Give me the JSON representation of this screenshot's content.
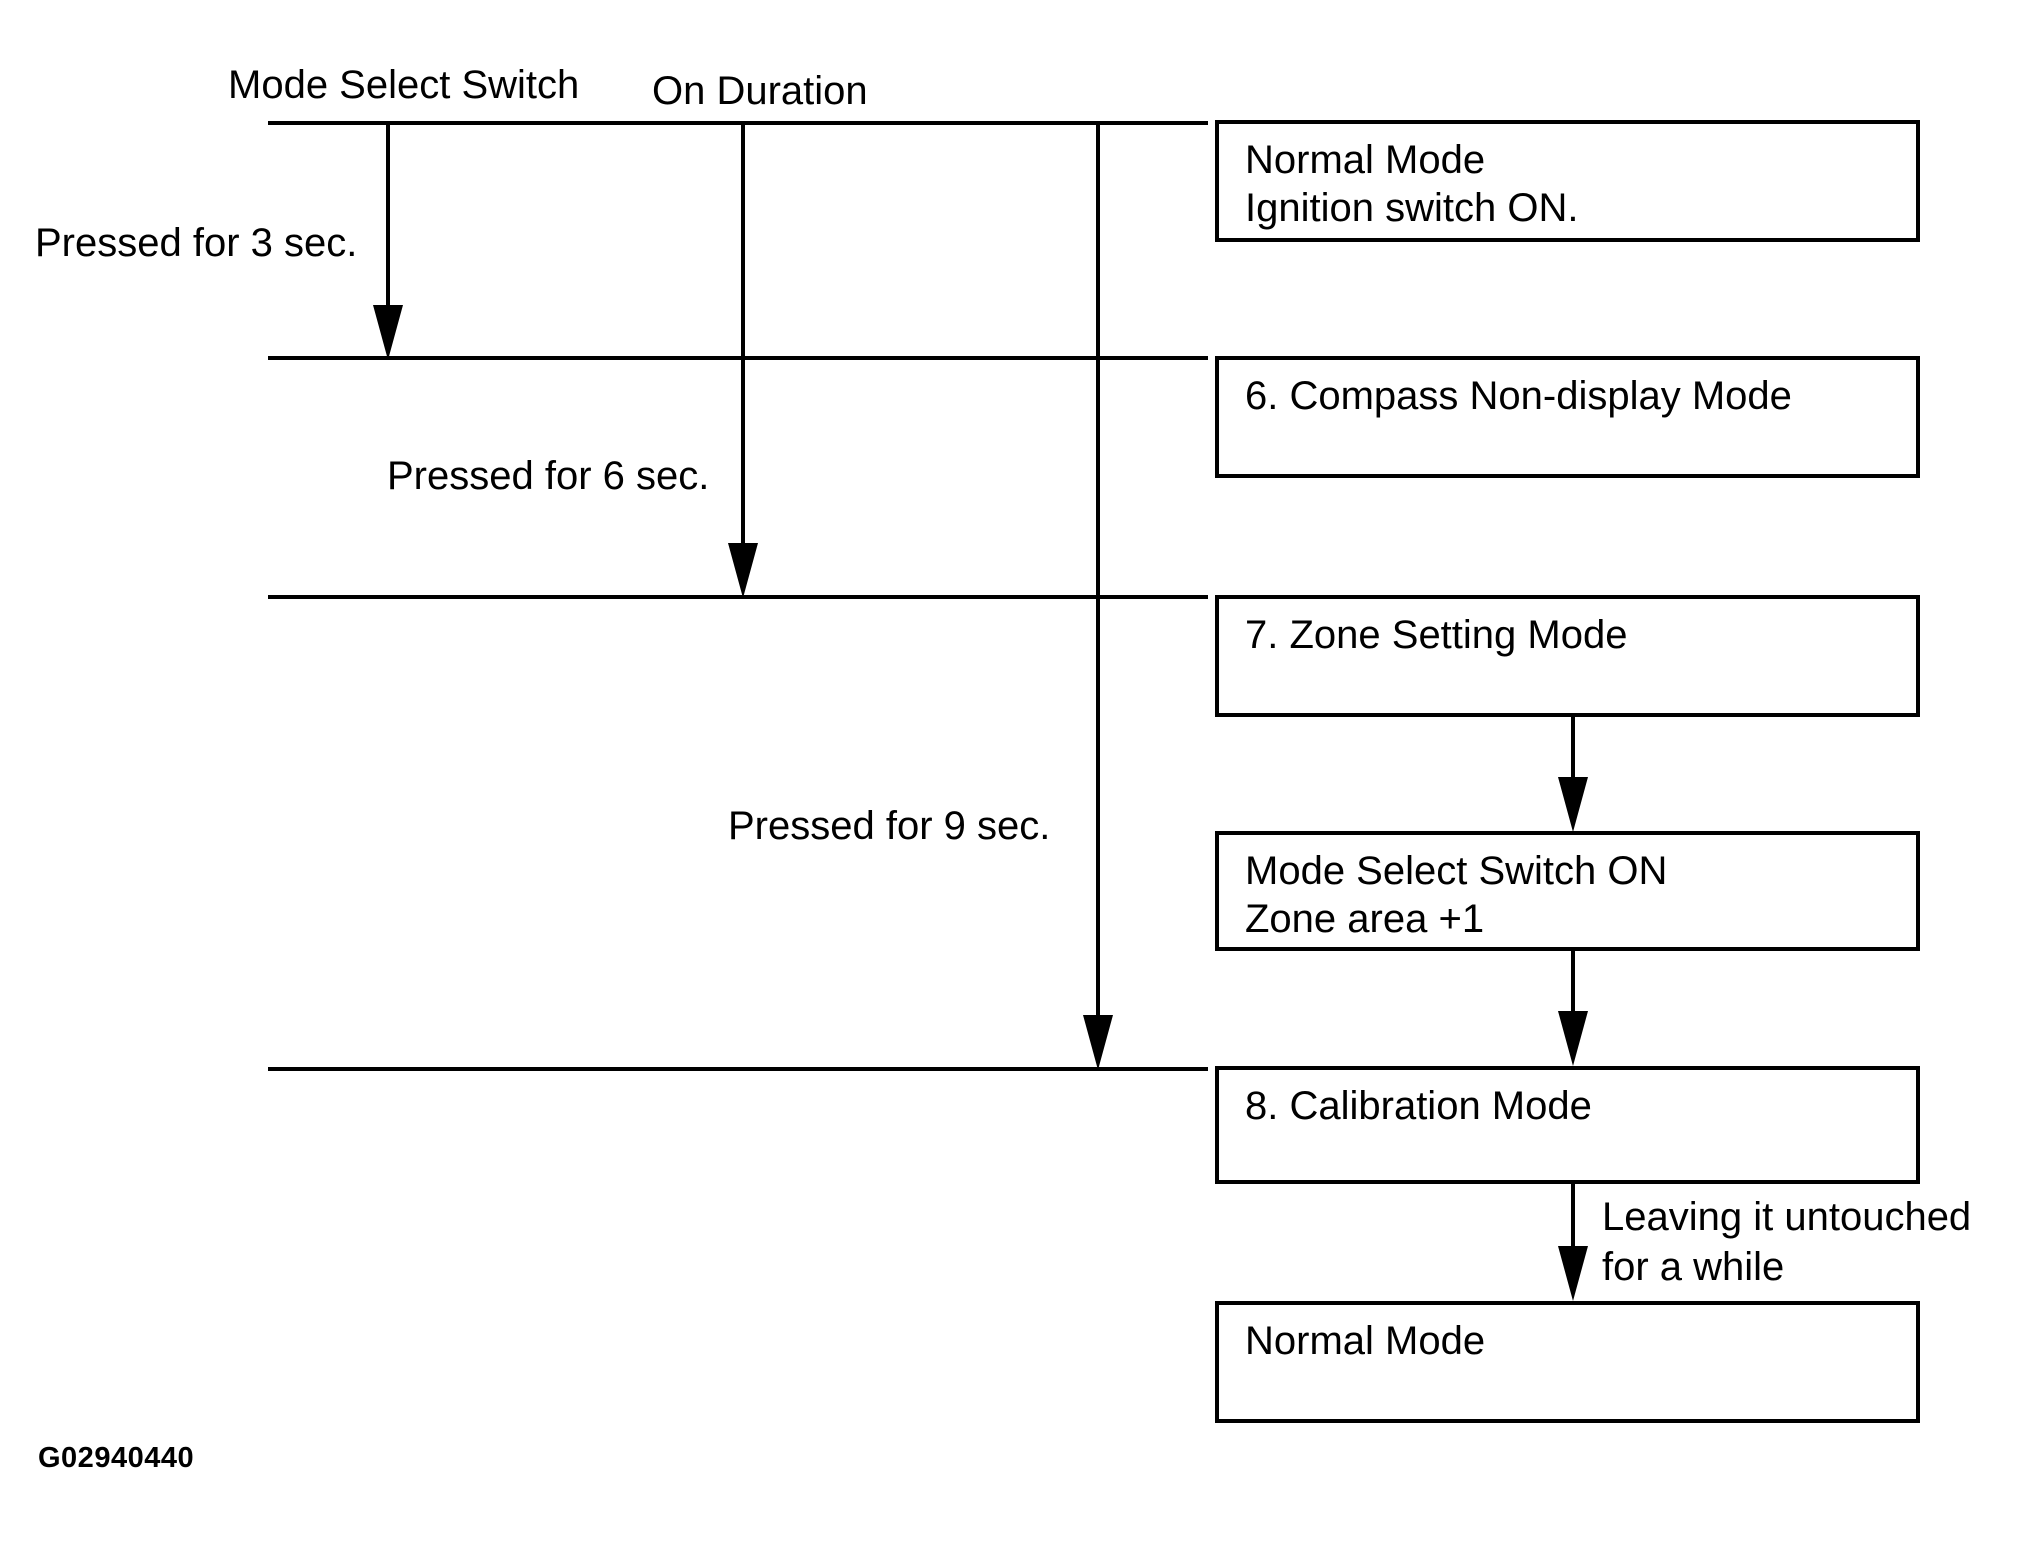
{
  "diagram": {
    "title_context": "Compass mode select switch timing diagram",
    "colors": {
      "line": "#000000",
      "background": "#ffffff",
      "text": "#000000"
    },
    "column_headers": {
      "switch": "Mode Select Switch",
      "duration": "On Duration"
    },
    "press_labels": {
      "sec3": "Pressed for 3 sec.",
      "sec6": "Pressed for 6 sec.",
      "sec9": "Pressed for 9 sec."
    },
    "boxes": [
      {
        "id": "normal-mode-start",
        "lines": [
          "Normal Mode",
          "Ignition switch ON."
        ]
      },
      {
        "id": "compass-non-display",
        "lines": [
          "6. Compass Non-display Mode"
        ]
      },
      {
        "id": "zone-setting",
        "lines": [
          "7. Zone Setting Mode"
        ]
      },
      {
        "id": "mode-select-switch-on",
        "lines": [
          "Mode Select Switch ON",
          "Zone area +1"
        ]
      },
      {
        "id": "calibration-mode",
        "lines": [
          "8. Calibration Mode"
        ]
      },
      {
        "id": "normal-mode-end",
        "lines": [
          "Normal Mode"
        ]
      }
    ],
    "edge_labels": {
      "leaving_line1": "Leaving it untouched",
      "leaving_line2": "for a while"
    },
    "figure_id": "G02940440"
  }
}
